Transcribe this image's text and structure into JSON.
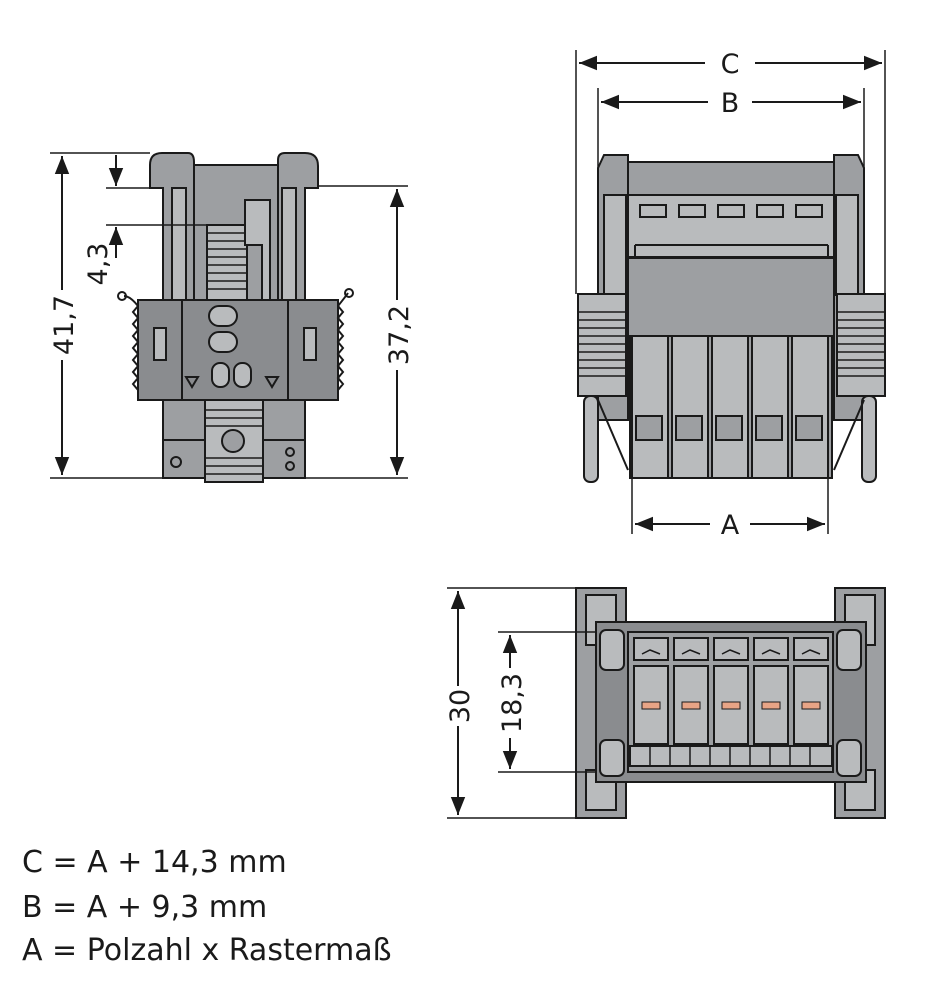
{
  "dimensions": {
    "side_total_height": "41,7",
    "side_top_offset": "4,3",
    "side_body_height": "37,2",
    "front_width_c": "C",
    "front_width_b": "B",
    "front_width_a": "A",
    "bottom_total_depth": "30",
    "bottom_inner_depth": "18,3"
  },
  "formulas": {
    "c": "C = A + 14,3 mm",
    "b": "B = A + 9,3 mm",
    "a": "A = Polzahl x Rastermaß"
  },
  "colors": {
    "housing": "#9d9fa2",
    "outline": "#1a1a1a",
    "contact": "#e8a486"
  }
}
